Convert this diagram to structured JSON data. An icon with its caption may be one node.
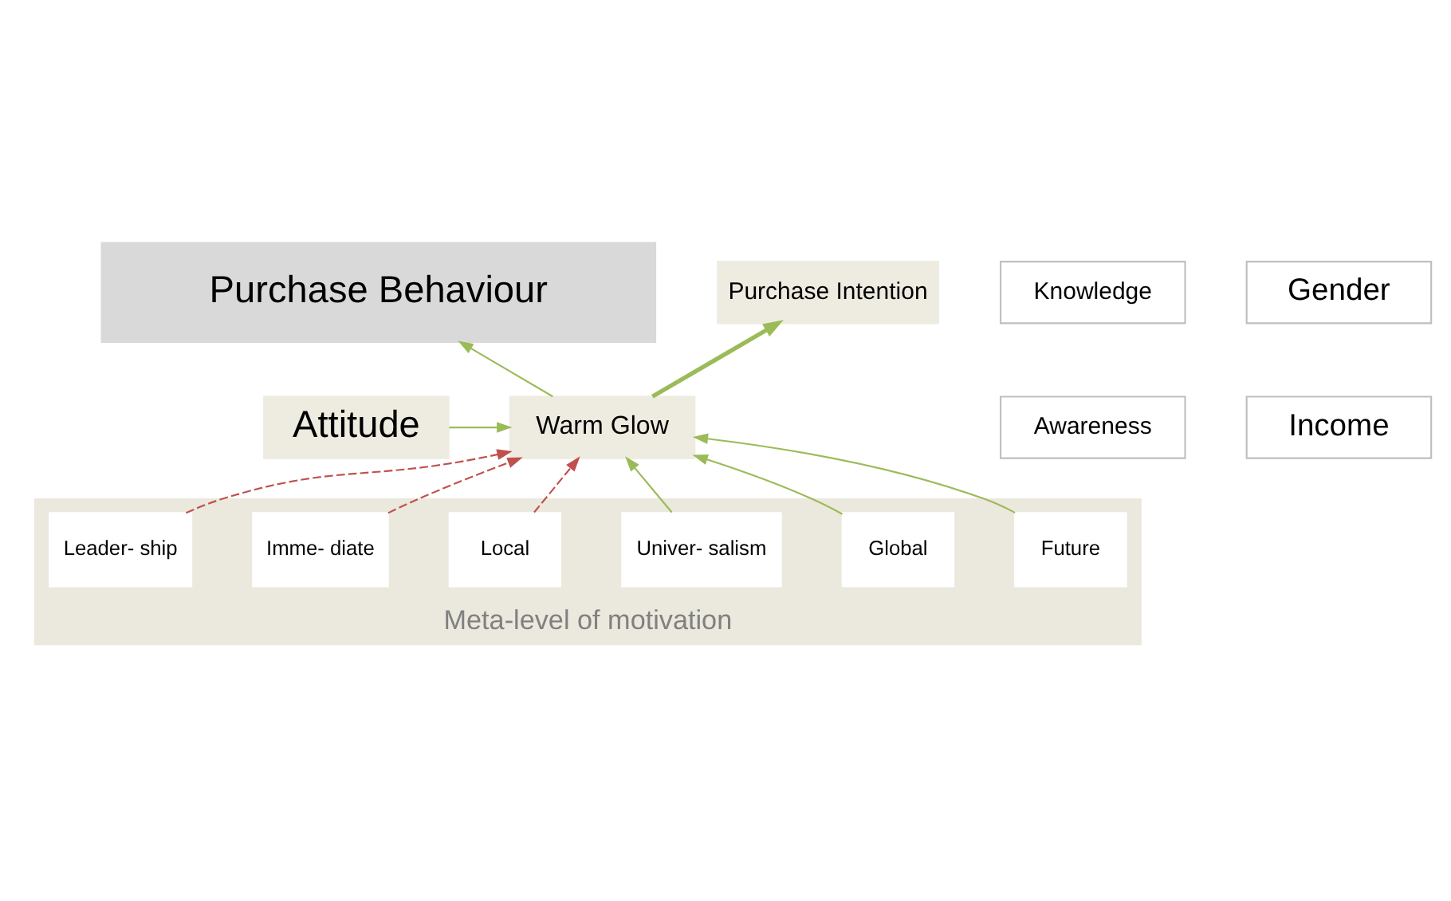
{
  "diagram": {
    "nodes": [
      {
        "text": [
          "Purchase Behaviour"
        ]
      },
      {
        "text": [
          "Knowledge"
        ]
      },
      {
        "text": [
          "Gender"
        ]
      },
      {
        "text": [
          "Purchase Intention"
        ]
      },
      {
        "text": [
          "Awareness"
        ]
      },
      {
        "text": [
          "Warm Glow"
        ]
      },
      {
        "text": [
          "Income"
        ]
      },
      {
        "text": [
          "Attitude"
        ]
      },
      {
        "text": [
          "Meta-level of motivation"
        ]
      },
      {
        "text": [
          "Future"
        ],
        "in": 8
      },
      {
        "text": [
          "Global"
        ],
        "in": 8
      },
      {
        "text": [
          "Univer- salism"
        ],
        "in": 8
      },
      {
        "text": [
          "Local"
        ],
        "in": 8
      },
      {
        "text": [
          "Imme- diate"
        ],
        "in": 8
      },
      {
        "text": [
          "Leader- ship"
        ],
        "in": 8
      }
    ],
    "edges": [
      {
        "from": 5,
        "to": 0,
        "arrow": "to"
      },
      {
        "from": 5,
        "to": 3,
        "arrow": "to",
        "style": "thick"
      },
      {
        "from": 7,
        "to": 5,
        "arrow": "to"
      },
      {
        "from": 9,
        "to": 5,
        "arrow": "to"
      },
      {
        "from": 10,
        "to": 5,
        "arrow": "to"
      },
      {
        "from": 11,
        "to": 5,
        "arrow": "to"
      },
      {
        "from": 12,
        "to": 5,
        "arrow": "to",
        "style": "dashed",
        "color": "#c0504d"
      },
      {
        "from": 13,
        "to": 5,
        "arrow": "to",
        "style": "dashed",
        "color": "#c0504d"
      },
      {
        "from": 14,
        "to": 5,
        "arrow": "to",
        "style": "dashed",
        "color": "#c0504d"
      }
    ]
  }
}
